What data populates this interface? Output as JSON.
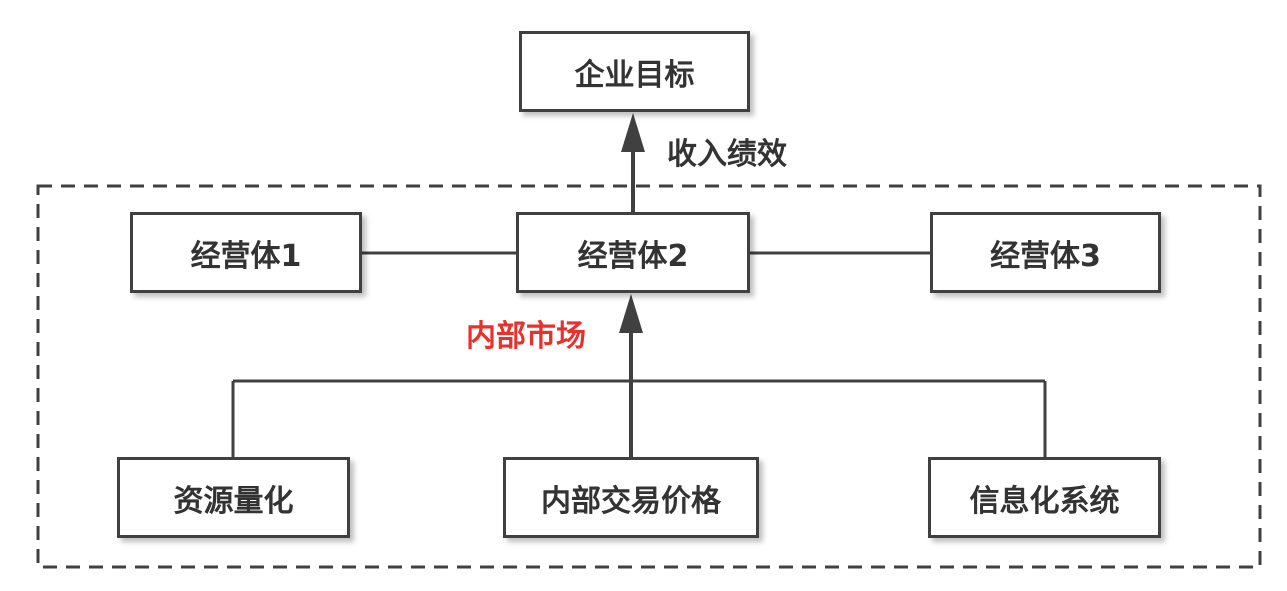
{
  "nodes": {
    "goal": "企业目标",
    "unit1": "经营体1",
    "unit2": "经营体2",
    "unit3": "经营体3",
    "resource": "资源量化",
    "pricing": "内部交易价格",
    "infosys": "信息化系统"
  },
  "labels": {
    "revenue": "收入绩效",
    "market": "内部市场"
  },
  "colors": {
    "stroke": "#404040",
    "text": "#333333",
    "highlight": "#e8302d"
  }
}
